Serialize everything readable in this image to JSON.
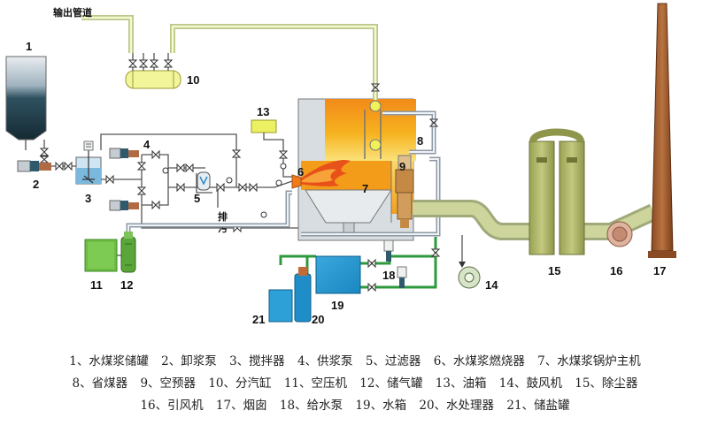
{
  "diagram": {
    "outlet_label": "输出管道",
    "drain_label_top": "排",
    "drain_label_bottom": "污",
    "component_numbers": [
      "1",
      "2",
      "3",
      "4",
      "5",
      "6",
      "7",
      "8",
      "9",
      "10",
      "11",
      "12",
      "13",
      "14",
      "15",
      "16",
      "17",
      "18",
      "19",
      "20",
      "21"
    ]
  },
  "legend": {
    "rows": [
      [
        "1、水煤浆储罐",
        "2、卸浆泵",
        "3、搅拌器",
        "4、供浆泵",
        "5、过滤器",
        "6、水煤浆燃烧器",
        "7、水煤浆锅炉主机"
      ],
      [
        "8、省煤器",
        "9、空预器",
        "10、分汽缸",
        "11、空压机",
        "12、储气罐",
        "13、油箱",
        "14、鼓风机",
        "15、除尘器"
      ],
      [
        "16、引风机",
        "17、烟囱",
        "18、给水泵",
        "19、水箱",
        "20、水处理器",
        "21、储盐罐"
      ]
    ]
  }
}
